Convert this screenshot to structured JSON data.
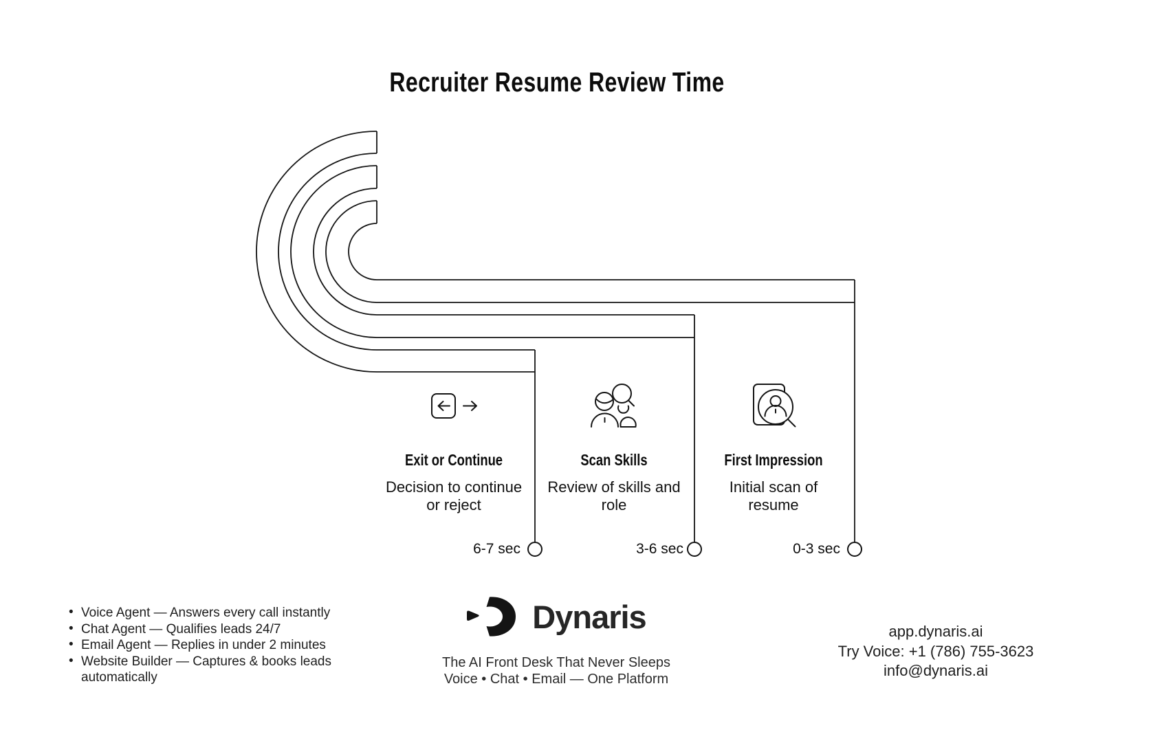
{
  "title": "Recruiter Resume Review Time",
  "stages": [
    {
      "name": "Exit or Continue",
      "desc_line1": "Decision to continue",
      "desc_line2": "or reject",
      "time": "6-7 sec",
      "icon": "exit-continue-arrows-icon"
    },
    {
      "name": "Scan Skills",
      "desc_line1": "Review of skills and",
      "desc_line2": "role",
      "time": "3-6 sec",
      "icon": "people-magnifier-icon"
    },
    {
      "name": "First Impression",
      "desc_line1": "Initial scan of",
      "desc_line2": "resume",
      "time": "0-3 sec",
      "icon": "resume-magnifier-icon"
    }
  ],
  "footer": {
    "features": {
      "line1": "Voice Agent — Answers every call instantly",
      "line2": "Chat Agent — Qualifies leads 24/7",
      "line3": "Email Agent — Replies in under 2 minutes",
      "line4": "Website Builder — Captures & books leads",
      "line5": "automatically",
      "bullet_char": "•"
    },
    "brand": {
      "name": "Dynaris",
      "tagline_line1": "The AI Front Desk That Never Sleeps",
      "tagline_line2": "Voice • Chat • Email — One Platform"
    },
    "contact": {
      "website": "app.dynaris.ai",
      "phone": "Try Voice: +1 (786) 755-3623",
      "email": "info@dynaris.ai"
    }
  },
  "colors": {
    "ink": "#141414",
    "background": "#ffffff"
  }
}
